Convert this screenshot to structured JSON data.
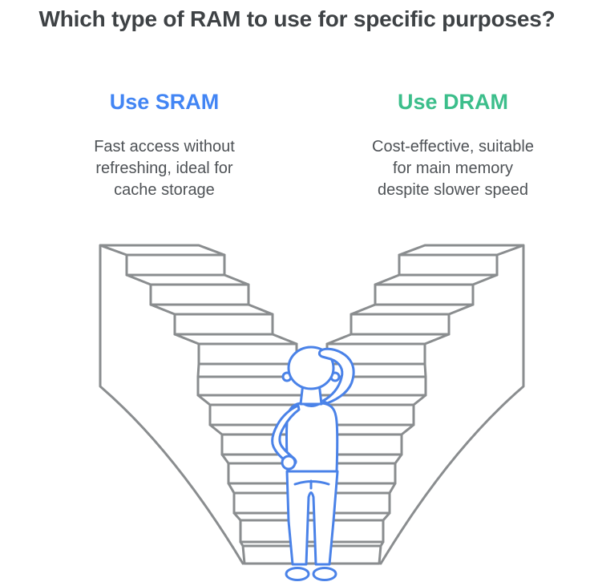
{
  "title": "Which type of RAM to use for specific purposes?",
  "columns": [
    {
      "id": "sram",
      "heading": "Use SRAM",
      "heading_color": "#4285f4",
      "lines": [
        "Fast access without",
        "refreshing, ideal for",
        "cache storage"
      ]
    },
    {
      "id": "dram",
      "heading": "Use DRAM",
      "heading_color": "#3cbe8b",
      "lines": [
        "Cost-effective, suitable",
        "for main memory",
        "despite slower speed"
      ]
    }
  ],
  "illustration": {
    "description": "Person seen from behind scratching head, standing before a V-shaped diverging staircase",
    "stair_outline_color": "#8a8d8f",
    "person_outline_color": "#4a82e8",
    "background_color": "#ffffff"
  }
}
